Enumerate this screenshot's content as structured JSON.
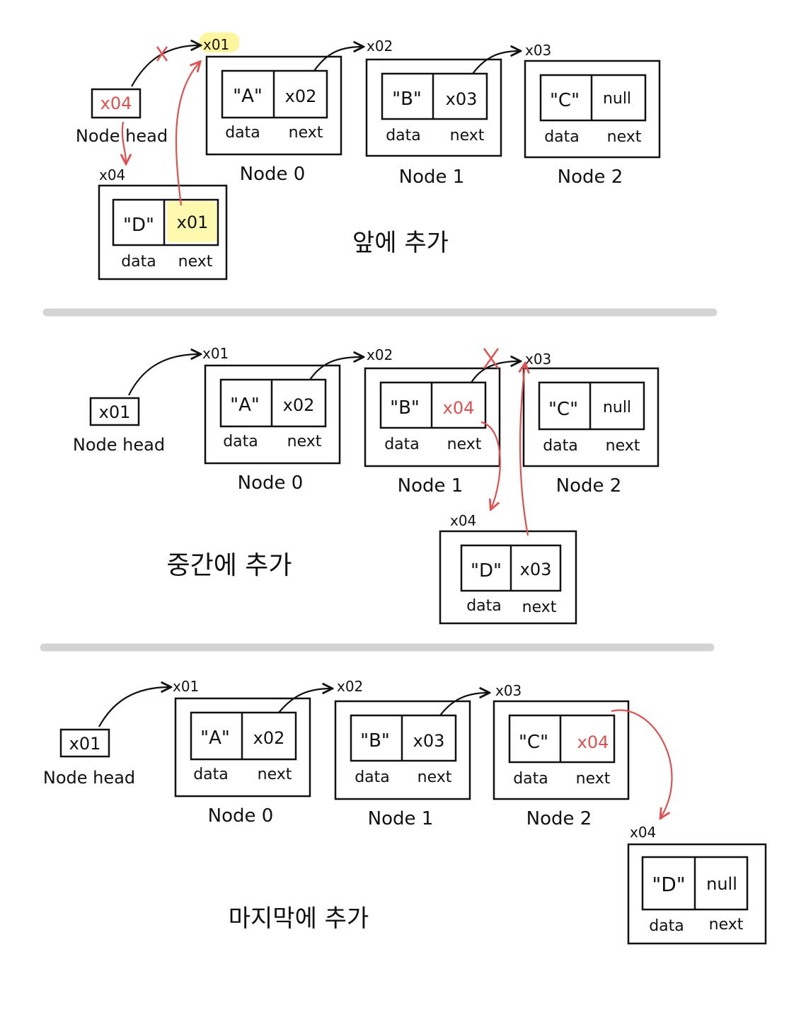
{
  "colors": {
    "ink": "#111111",
    "red": "#e05050",
    "highlight": "#fff59d",
    "divider": "#d4d4d4"
  },
  "labels": {
    "data": "data",
    "next": "next",
    "head": "Node head"
  },
  "sections": [
    {
      "title": "앞에 추가",
      "head_value": "x04",
      "nodes": [
        {
          "addr": "x01",
          "data": "\"A\"",
          "next": "x02",
          "name": "Node 0"
        },
        {
          "addr": "x02",
          "data": "\"B\"",
          "next": "x03",
          "name": "Node 1"
        },
        {
          "addr": "x03",
          "data": "\"C\"",
          "next": "null",
          "name": "Node 2"
        }
      ],
      "new_node": {
        "addr": "x04",
        "data": "\"D\"",
        "next": "x01"
      }
    },
    {
      "title": "중간에 추가",
      "head_value": "x01",
      "nodes": [
        {
          "addr": "x01",
          "data": "\"A\"",
          "next": "x02",
          "name": "Node 0"
        },
        {
          "addr": "x02",
          "data": "\"B\"",
          "next": "x04",
          "name": "Node 1"
        },
        {
          "addr": "x03",
          "data": "\"C\"",
          "next": "null",
          "name": "Node 2"
        }
      ],
      "new_node": {
        "addr": "x04",
        "data": "\"D\"",
        "next": "x03"
      }
    },
    {
      "title": "마지막에 추가",
      "head_value": "x01",
      "nodes": [
        {
          "addr": "x01",
          "data": "\"A\"",
          "next": "x02",
          "name": "Node 0"
        },
        {
          "addr": "x02",
          "data": "\"B\"",
          "next": "x03",
          "name": "Node 1"
        },
        {
          "addr": "x03",
          "data": "\"C\"",
          "next": "x04",
          "name": "Node 2"
        }
      ],
      "new_node": {
        "addr": "x04",
        "data": "\"D\"",
        "next": "null"
      }
    }
  ]
}
